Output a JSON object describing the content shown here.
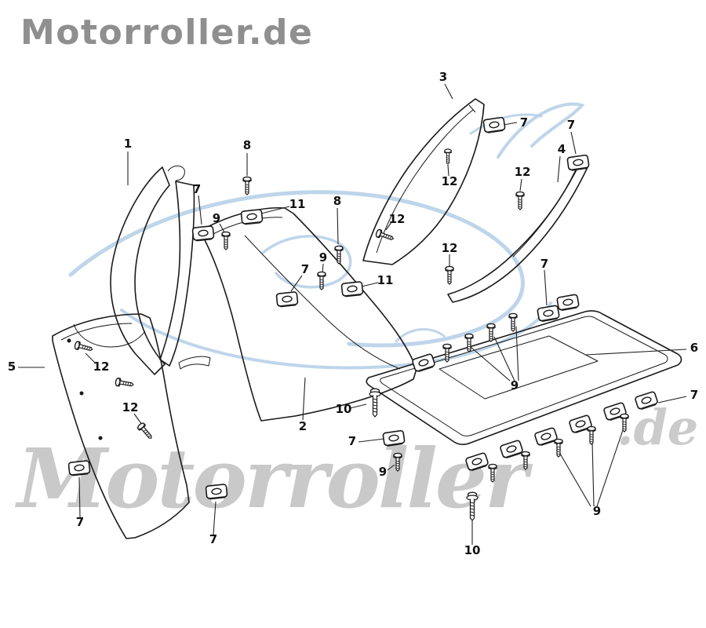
{
  "brand": {
    "logo_text": "Motorroller.de"
  },
  "watermark": {
    "text_main": "Motorroller",
    "text_suffix": ".de",
    "text_color": "#c9c9c9",
    "swirl_color": "#b7d0e8"
  },
  "diagram": {
    "line_color": "#1a1a1a",
    "callouts": [
      {
        "label": "1"
      },
      {
        "label": "8"
      },
      {
        "label": "3"
      },
      {
        "label": "7"
      },
      {
        "label": "7"
      },
      {
        "label": "4"
      },
      {
        "label": "12"
      },
      {
        "label": "12"
      },
      {
        "label": "7"
      },
      {
        "label": "9"
      },
      {
        "label": "11"
      },
      {
        "label": "8"
      },
      {
        "label": "12"
      },
      {
        "label": "9"
      },
      {
        "label": "7"
      },
      {
        "label": "12"
      },
      {
        "label": "11"
      },
      {
        "label": "7"
      },
      {
        "label": "5"
      },
      {
        "label": "12"
      },
      {
        "label": "12"
      },
      {
        "label": "6"
      },
      {
        "label": "2"
      },
      {
        "label": "10"
      },
      {
        "label": "7"
      },
      {
        "label": "7"
      },
      {
        "label": "9"
      },
      {
        "label": "9"
      },
      {
        "label": "7"
      },
      {
        "label": "7"
      },
      {
        "label": "9"
      },
      {
        "label": "10"
      }
    ]
  }
}
